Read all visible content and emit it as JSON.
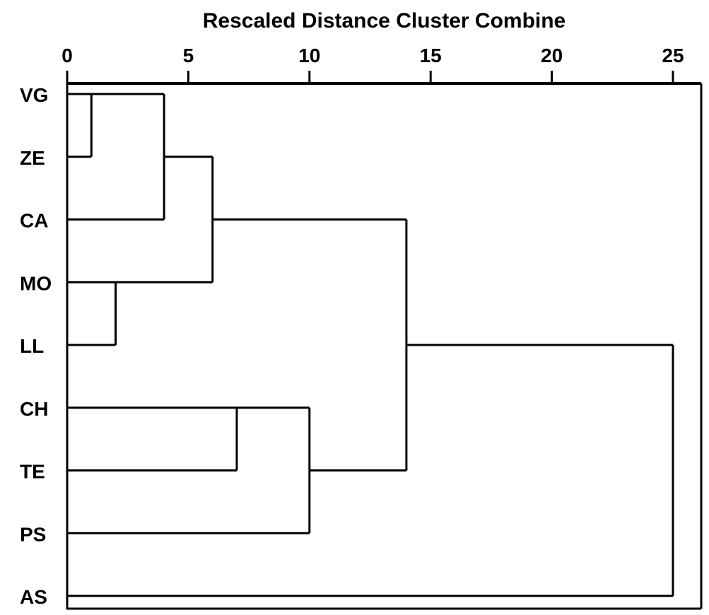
{
  "chart_data": {
    "type": "dendrogram",
    "title": "Rescaled Distance Cluster Combine",
    "orientation": "horizontal",
    "axis": {
      "position": "top",
      "min": 0,
      "max": 25,
      "ticks": [
        0,
        5,
        10,
        15,
        20,
        25
      ]
    },
    "leaves": [
      "VG",
      "ZE",
      "CA",
      "MO",
      "LL",
      "CH",
      "TE",
      "PS",
      "AS"
    ],
    "merges": [
      {
        "a": "VG",
        "b": "ZE",
        "distance": 1
      },
      {
        "a": "m0",
        "b": "CA",
        "distance": 4
      },
      {
        "a": "MO",
        "b": "LL",
        "distance": 2
      },
      {
        "a": "m1",
        "b": "m2",
        "distance": 6
      },
      {
        "a": "CH",
        "b": "TE",
        "distance": 7
      },
      {
        "a": "m4",
        "b": "PS",
        "distance": 10
      },
      {
        "a": "m3",
        "b": "m5",
        "distance": 14
      },
      {
        "a": "m6",
        "b": "AS",
        "distance": 25
      }
    ],
    "grid": false,
    "frame": true,
    "line_color": "#000000",
    "background_color": "#ffffff"
  }
}
